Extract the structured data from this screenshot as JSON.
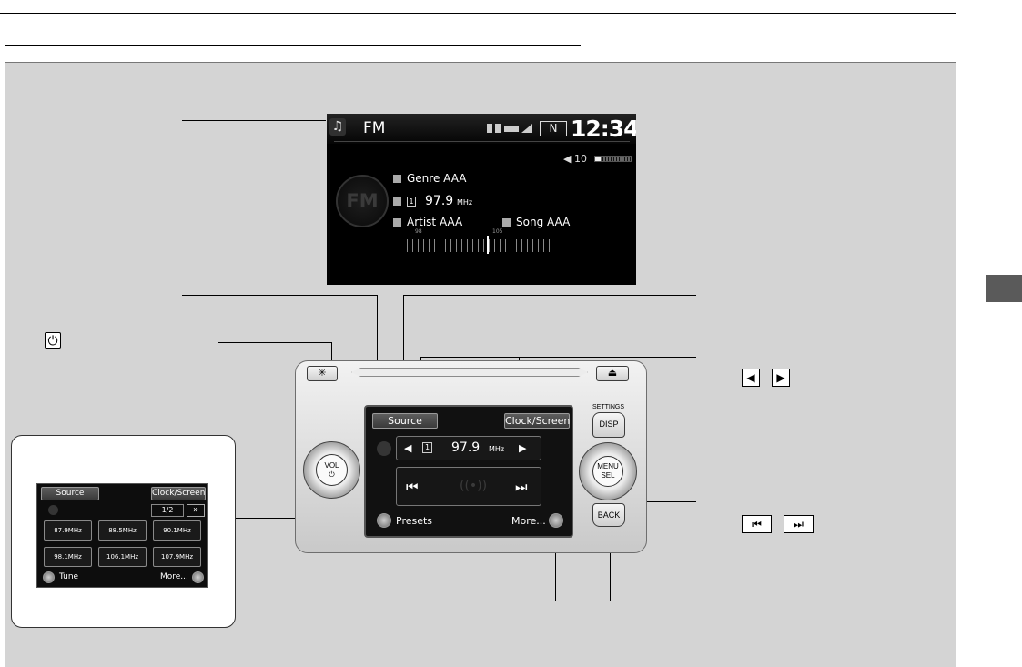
{
  "screen": {
    "source": "FM",
    "band_badge": "N",
    "clock": "12:34",
    "volume": "10",
    "volume_level": 0.15,
    "genre": "Genre AAA",
    "preset_number": "1",
    "frequency": "97.9",
    "frequency_unit": "MHz",
    "artist": "Artist AAA",
    "song": "Song AAA",
    "logo_text": "FM",
    "scale_low": "98",
    "scale_high": "105"
  },
  "callouts": {
    "power_icon": "⏻",
    "tune_left_glyph": "◀",
    "tune_right_glyph": "▶",
    "seek_back_glyph": "⏮",
    "seek_fwd_glyph": "⏭"
  },
  "head_unit": {
    "settings_label": "SETTINGS",
    "disp_label": "DISP",
    "menu_label": "MENU",
    "sel_label": "SEL",
    "back_label": "BACK",
    "vol_label": "VOL",
    "power_glyph": "⏻",
    "eject_glyph": "⏏",
    "asterisk_glyph": "✳",
    "touchscreen": {
      "source_button": "Source",
      "clock_screen_button": "Clock/Screen",
      "preset_number": "1",
      "frequency": "97.9",
      "frequency_unit": "MHz",
      "presets_label": "Presets",
      "more_label": "More...",
      "left_arrow": "◀",
      "right_arrow": "▶",
      "seek_back": "⏮",
      "seek_fwd": "⏭"
    }
  },
  "inset": {
    "source_button": "Source",
    "clock_screen_button": "Clock/Screen",
    "page": "1/2",
    "next_glyph": "»",
    "presets": [
      "87.9MHz",
      "88.5MHz",
      "90.1MHz",
      "98.1MHz",
      "106.1MHz",
      "107.9MHz"
    ],
    "tune_label": "Tune",
    "more_label": "More..."
  }
}
